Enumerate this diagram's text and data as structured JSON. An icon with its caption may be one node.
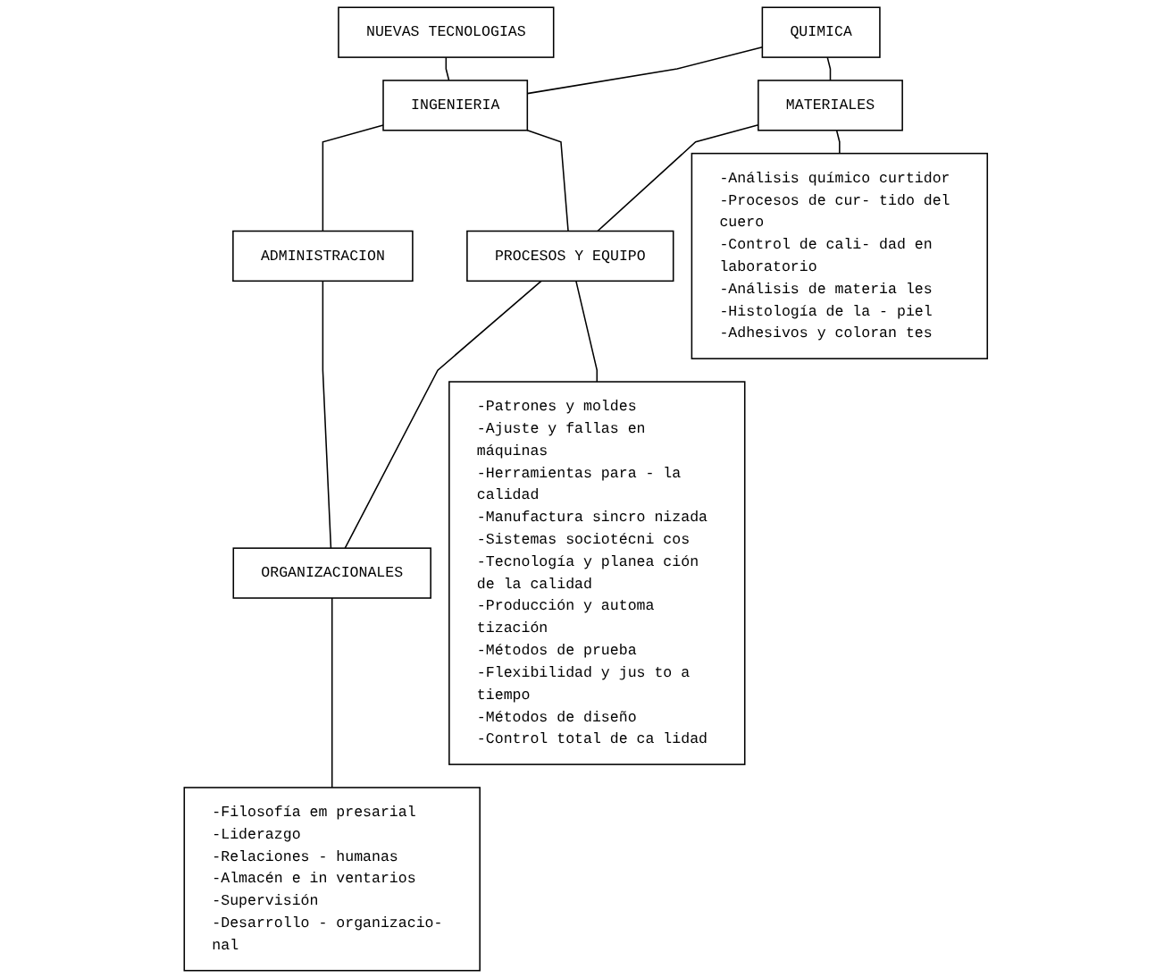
{
  "diagram": {
    "nodes": [
      {
        "text": [
          "NUEVAS TECNOLOGIAS"
        ]
      },
      {
        "text": [
          "QUIMICA"
        ]
      },
      {
        "text": [
          "INGENIERIA"
        ]
      },
      {
        "text": [
          "ADMINISTRACION"
        ]
      },
      {
        "text": [
          "MATERIALES"
        ]
      },
      {
        "text": [
          "PROCESOS Y EQUIPO"
        ]
      },
      {
        "text": [
          "ORGANIZACIONALES"
        ]
      },
      {
        "text": [
          "-Análisis químico curtidor",
          "-Procesos de cur- tido del cuero",
          "-Control de cali- dad en laboratorio",
          "-Análisis de materia les",
          "-Histología de la - piel",
          "-Adhesivos y coloran tes"
        ]
      },
      {
        "text": [
          "-Patrones y moldes",
          "-Ajuste y fallas en máquinas",
          "-Herramientas para - la calidad",
          "-Manufactura sincro nizada",
          "-Sistemas sociotécni cos",
          "-Tecnología y planea ción de la calidad",
          "-Producción y automa tización",
          "-Métodos de prueba",
          "-Flexibilidad y jus to a tiempo",
          "-Métodos de diseño",
          "-Control total de ca lidad"
        ]
      },
      {
        "text": [
          "-Filosofía em presarial",
          "-Liderazgo",
          "-Relaciones - humanas",
          "-Almacén e in ventarios",
          "-Supervisión",
          "-Desarrollo - organizacio- nal"
        ]
      }
    ],
    "edges": [
      {
        "from": 0,
        "to": 2,
        "arrow": "none"
      },
      {
        "from": 1,
        "to": 2,
        "arrow": "none"
      },
      {
        "from": 2,
        "to": 3,
        "arrow": "none"
      },
      {
        "from": 1,
        "to": 4,
        "arrow": "none"
      },
      {
        "from": 2,
        "to": 5,
        "arrow": "none"
      },
      {
        "from": 3,
        "to": 6,
        "arrow": "none"
      },
      {
        "from": 4,
        "to": 5,
        "arrow": "none"
      },
      {
        "from": 5,
        "to": 6,
        "arrow": "none"
      },
      {
        "from": 4,
        "to": 7,
        "arrow": "none"
      },
      {
        "from": 5,
        "to": 8,
        "arrow": "none"
      },
      {
        "from": 6,
        "to": 9,
        "arrow": "none"
      }
    ]
  }
}
